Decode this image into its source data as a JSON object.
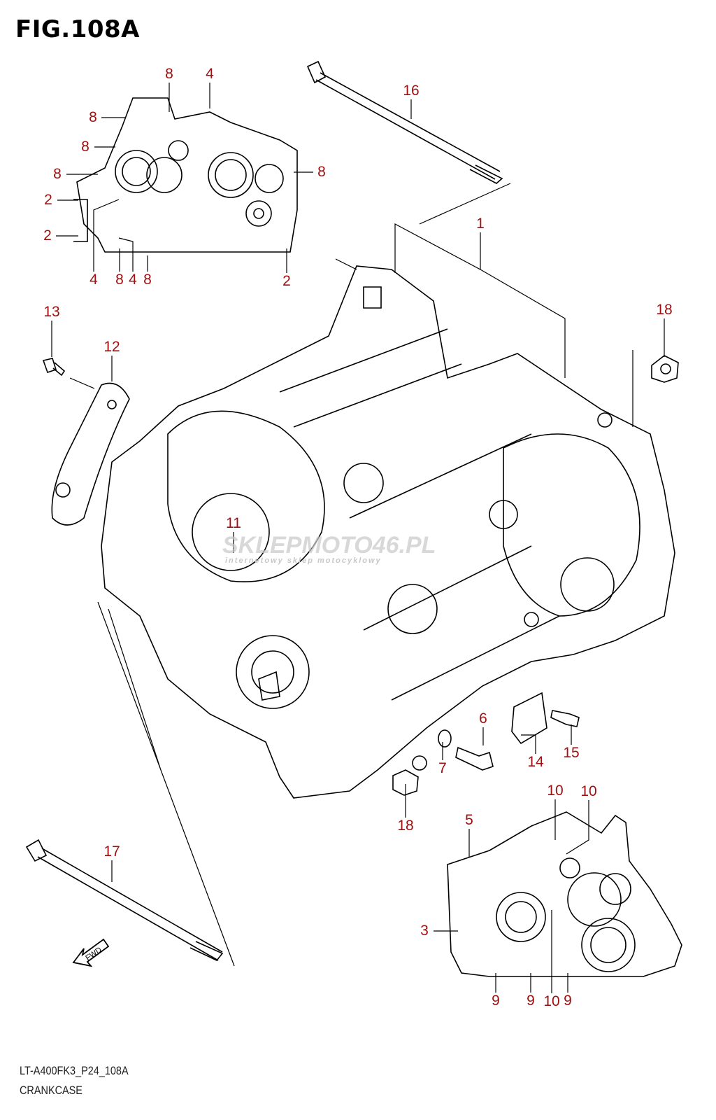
{
  "figure": {
    "title": "FIG.108A",
    "model_code": "LT-A400FK3_P24_108A",
    "section_name": "CRANKCASE"
  },
  "labels": [
    "8",
    "4",
    "8",
    "8",
    "8",
    "8",
    "2",
    "2",
    "4",
    "8",
    "4",
    "8",
    "2",
    "16",
    "1",
    "13",
    "12",
    "18",
    "11",
    "6",
    "7",
    "14",
    "15",
    "18",
    "10",
    "10",
    "5",
    "17",
    "3",
    "9",
    "9",
    "10",
    "9"
  ],
  "direction_marker": "FWD",
  "watermark": {
    "logo": "SKLEPMOTO46.PL",
    "tagline": "internetowy sklep motocyklowy"
  },
  "colors": {
    "label": "#a01010",
    "lines": "#000000",
    "watermark_gray": "#c8c8c8",
    "watermark_red": "#f2a0a0"
  }
}
